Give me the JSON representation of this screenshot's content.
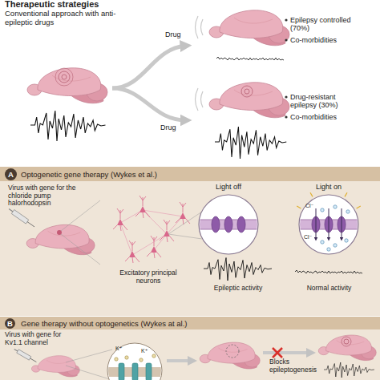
{
  "diagram": {
    "title": "Therapeutic strategies",
    "nodes": [
      {
        "text": [
          "A",
          "Optogenetic gene therapy (Wykes et al.)"
        ]
      },
      {
        "text": [
          "Light off"
        ],
        "in": 0
      },
      {
        "text": [
          "Light on"
        ],
        "in": 0
      },
      {
        "text": [
          "B",
          "Gene therapy without optogenetics (Wykes at al.)"
        ]
      }
    ],
    "labels": [
      "Conventional approach with anti-epileptic drugs",
      "Drug",
      "Epilepsy controlled (70%)",
      "Co-morbidities",
      "Drug",
      "Drug-resistant epilepsy (30%)",
      "Co-morbidities",
      "Virus with gene for the chloride pump halorhodopsin",
      "Excitatory principal neurons",
      "Cl⁻",
      "Cl⁻",
      "Epileptic activity",
      "Normal activity",
      "Virus with gene for Kv1.1 channel",
      "K⁺",
      "K⁺",
      "Blocks epileptogenesis"
    ]
  }
}
